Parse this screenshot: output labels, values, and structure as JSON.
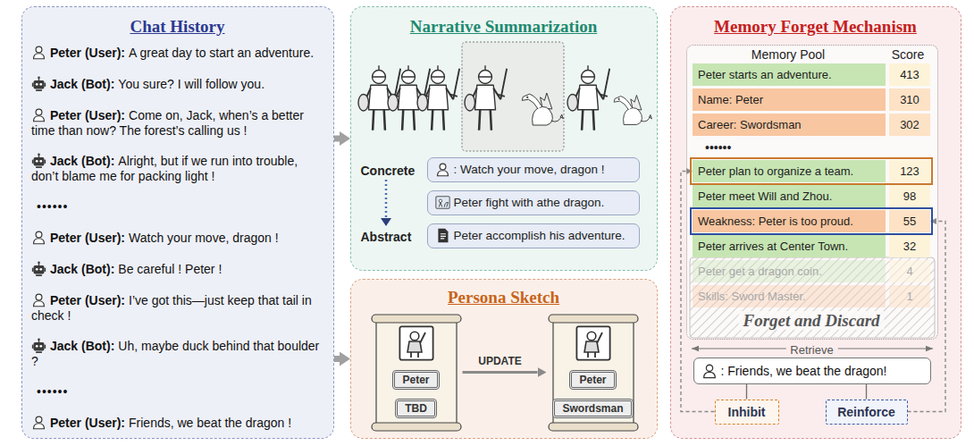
{
  "diagram": {
    "nodes": [
      {
        "text": [
          "Chat History",
          "Peter (User):",
          "A great day to start an adventure.",
          "Jack (Bot):",
          "You sure? I will follow you.",
          "Peter (User):",
          "Come on, Jack, when’s a better time than now? The forest’s calling us !",
          "Jack (Bot):",
          "Alright, but if we run into trouble, don’t blame me for packing light !",
          "••••••",
          "Peter (User):",
          "Watch your move, dragon !",
          "Jack (Bot):",
          "Be careful ! Peter !",
          "Peter (User):",
          "I’ve got this—just keep that tail in check !",
          "Jack (Bot):",
          "Uh, maybe duck behind that boulder ?",
          "••••••",
          "Peter (User):",
          "Friends, we beat the dragon !"
        ]
      },
      {
        "text": [
          "Narrative Summarization",
          "Concrete",
          "Abstract"
        ]
      },
      {
        "text": [
          ": Watch your move, dragon !"
        ],
        "in": 1
      },
      {
        "text": [
          "Peter fight with athe dragon."
        ],
        "in": 1
      },
      {
        "text": [
          "Peter accomplish his adventure."
        ],
        "in": 1
      },
      {
        "text": [
          "Persona Sketch"
        ]
      },
      {
        "text": [
          "Peter",
          "TBD"
        ],
        "in": 5
      },
      {
        "text": [
          "Peter",
          "Swordsman"
        ],
        "in": 5
      },
      {
        "text": [
          "Memory Forget Mechanism",
          "Retrieve"
        ]
      },
      {
        "text": [
          "Memory Pool",
          "Score",
          "••••••",
          "Forget and Discard"
        ],
        "in": 8
      },
      {
        "text": [
          "Peter starts an adventure.",
          "413"
        ],
        "in": 9
      },
      {
        "text": [
          "Name: Peter",
          "310"
        ],
        "in": 9
      },
      {
        "text": [
          "Career: Swordsman",
          "302"
        ],
        "in": 9
      },
      {
        "text": [
          "Peter plan to organize a team.",
          "123"
        ],
        "in": 9
      },
      {
        "text": [
          "Peter meet Will and Zhou.",
          "98"
        ],
        "in": 9
      },
      {
        "text": [
          "Weakness: Peter is too proud.",
          "55"
        ],
        "in": 9
      },
      {
        "text": [
          "Peter arrives at Center Town.",
          "32"
        ],
        "in": 9
      },
      {
        "text": [
          "Peter get a dragon coin.",
          "4"
        ],
        "in": 9
      },
      {
        "text": [
          "Skills: Sword Master.",
          "1"
        ],
        "in": 9
      },
      {
        "text": [
          ": Friends, we beat the dragon!"
        ],
        "in": 8
      },
      {
        "text": [
          "Inhibit"
        ],
        "in": 8
      },
      {
        "text": [
          "Reinforce"
        ],
        "in": 8
      }
    ],
    "edges": [
      {
        "from": 0,
        "to": 1,
        "arrow": "to"
      },
      {
        "from": 0,
        "to": 5,
        "arrow": "to"
      },
      {
        "from": 6,
        "to": 7,
        "label": "UPDATE",
        "arrow": "to"
      },
      {
        "from": 19,
        "to": 20,
        "arrow": "none"
      },
      {
        "from": 19,
        "to": 21,
        "arrow": "none"
      },
      {
        "from": 20,
        "to": 13,
        "arrow": "to"
      },
      {
        "from": 21,
        "to": 15,
        "arrow": "to"
      }
    ]
  }
}
